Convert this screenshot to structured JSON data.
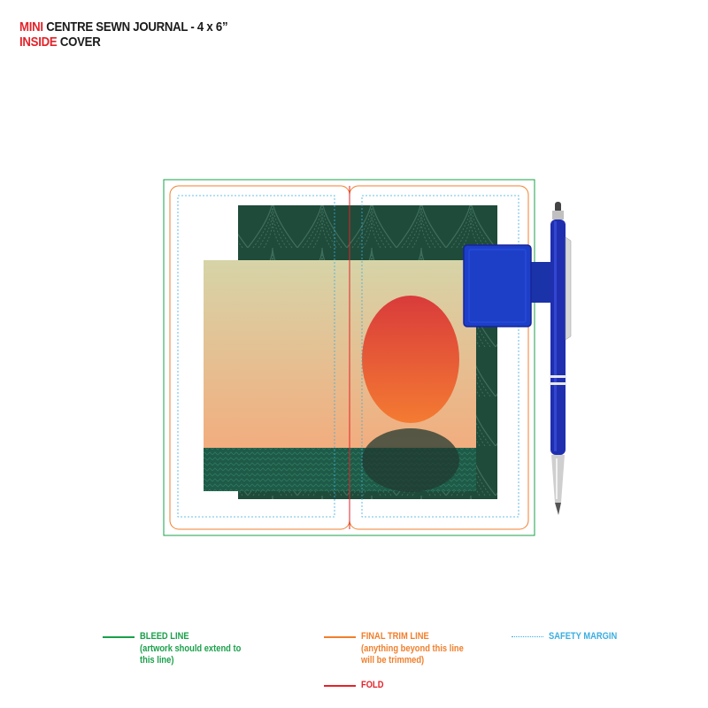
{
  "title": {
    "line1_highlight": "MINI",
    "line1_text": "CENTRE SEWN JOURNAL - 4 x 6”",
    "line2_highlight": "INSIDE",
    "line2_text": "COVER"
  },
  "legend": {
    "bleed": {
      "label": "BLEED LINE",
      "note": "(artwork should extend to this line)",
      "color": "#1aa04a"
    },
    "trim": {
      "label": "FINAL TRIM LINE",
      "note": "(anything beyond this line will be trimmed)",
      "color": "#f07f2c"
    },
    "safety": {
      "label": "SAFETY MARGIN",
      "color": "#3aaee0"
    },
    "fold": {
      "label": "FOLD",
      "color": "#e2232a"
    }
  },
  "colors": {
    "title_highlight": "#e2232a",
    "pattern_green": "#1f4b3a",
    "wave_green": "#1e5a47",
    "gradient_top": "#d6d4a8",
    "gradient_bottom": "#f2ad7e",
    "sun_top": "#d93b3b",
    "sun_bottom": "#f47b32",
    "pen_blue": "#1f2fb0",
    "clip_blue": "#1d3fc8"
  },
  "icons": [
    "pen-icon",
    "pen-loop-icon"
  ]
}
